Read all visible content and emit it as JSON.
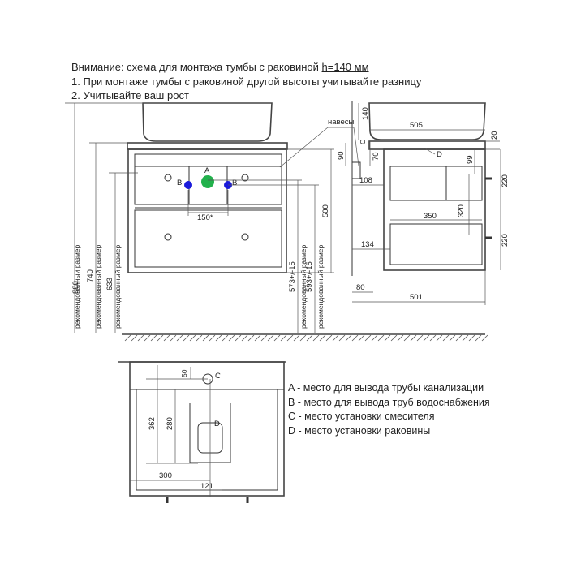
{
  "notes": {
    "line1_prefix": "Внимание: схема для монтажа тумбы с раковиной ",
    "line1_highlight": "h=140 мм",
    "line2": "1. При монтаже тумбы с раковиной другой высоты учитывайте разницу",
    "line3": "2. Учитывайте ваш рост"
  },
  "legend": [
    "A - место для вывода трубы канализации",
    "B - место для вывода труб водоснабжения",
    "C - место установки смесителя",
    "D - место установки раковины"
  ],
  "markers": {
    "a": "A",
    "b": "B",
    "c": "C",
    "d": "D",
    "colors": {
      "a": "#22b14c",
      "b": "#1a1adb"
    }
  },
  "front_dims": {
    "d880": "880",
    "d740": "740",
    "d633": "633",
    "rec": "рекомендованный размер",
    "d573": "573+/-15",
    "d593": "593+/-15",
    "d500": "500",
    "d150": "150*"
  },
  "side_dims": {
    "naves": "навесы",
    "d140": "140",
    "d505": "505",
    "d20": "20",
    "d90": "90",
    "d70": "70",
    "d99": "99",
    "d220a": "220",
    "d108": "108",
    "d320": "320",
    "d350": "350",
    "d220b": "220",
    "d134": "134",
    "d80": "80",
    "d501": "501"
  },
  "top_dims": {
    "d50": "50",
    "d362": "362",
    "d280": "280",
    "d300": "300",
    "d121": "121"
  }
}
